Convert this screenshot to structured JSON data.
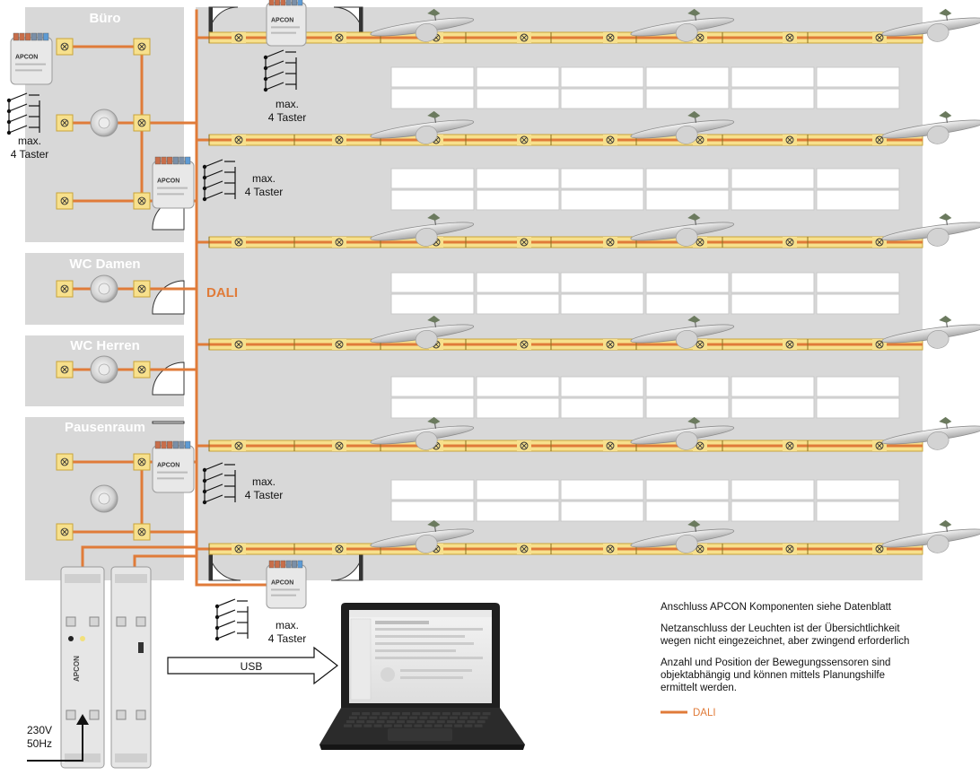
{
  "rooms": [
    {
      "id": "buero",
      "label": "Büro"
    },
    {
      "id": "wc-damen",
      "label": "WC Damen"
    },
    {
      "id": "wc-herren",
      "label": "WC Herren"
    },
    {
      "id": "pausenraum",
      "label": "Pausenraum"
    }
  ],
  "labels": {
    "max": "max.",
    "taster": "4 Taster",
    "dali": "DALI",
    "usb": "USB",
    "voltage": "230V",
    "frequency": "50Hz"
  },
  "notes": {
    "line1": "Anschluss APCON Komponenten siehe Datenblatt",
    "line2a": "Netzanschluss der Leuchten ist der Übersichtlichkeit",
    "line2b": "wegen nicht eingezeichnet, aber zwingend erforderlich",
    "line3a": "Anzahl und Position der Bewegungssensoren sind",
    "line3b": "objektabhängig und können mittels Planungshilfe",
    "line3c": "ermittelt werden.",
    "legend": "DALI"
  },
  "module": {
    "brand": "APCON"
  },
  "colors": {
    "dali": "#e07b39",
    "room": "#d8d8d8",
    "lamp": "#f7e08c",
    "lamp_border": "#c9a53a",
    "desk_border": "#c8c8c8"
  }
}
